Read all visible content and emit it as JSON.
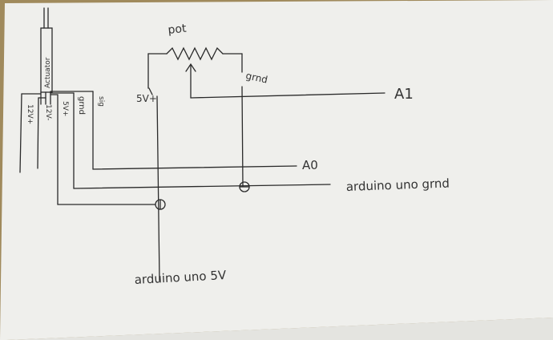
{
  "diagram": {
    "labels": {
      "pot": "pot",
      "pot_left_pin": "5V+",
      "pot_right_pin": "grnd",
      "a1": "A1",
      "a0": "A0",
      "arduino_gnd": "arduino uno grnd",
      "arduino_5v": "arduino uno 5V",
      "actuator": "Actuator",
      "actuator_pins": [
        "12V+",
        "12V-",
        "5V+",
        "grnd",
        "sig"
      ]
    }
  }
}
